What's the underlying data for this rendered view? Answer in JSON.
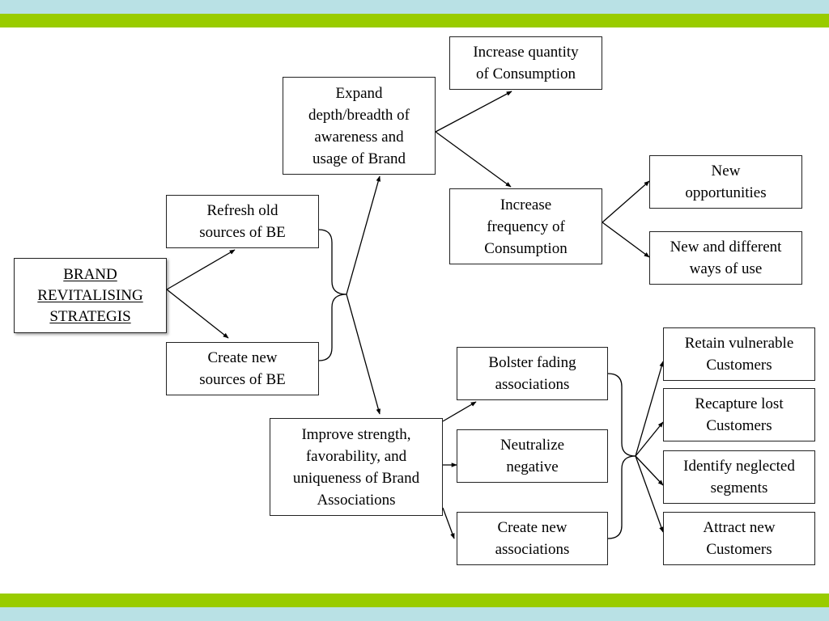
{
  "theme": {
    "frame_blue": "#b9e1e5",
    "frame_green": "#99cc00",
    "stroke": "#000000"
  },
  "root": {
    "lines": [
      "BRAND",
      "REVITALISING",
      "STRATEGIS"
    ]
  },
  "sources": {
    "refresh": {
      "lines": [
        "Refresh old",
        "sources of BE"
      ]
    },
    "create": {
      "lines": [
        "Create new",
        "sources of BE"
      ]
    }
  },
  "awareness": {
    "main": {
      "lines": [
        "Expand",
        "depth/breadth of",
        "awareness and",
        "usage of Brand"
      ]
    },
    "quantity": {
      "lines": [
        "Increase quantity",
        "of Consumption"
      ]
    },
    "frequency": {
      "lines": [
        "Increase",
        "frequency of",
        "Consumption"
      ]
    },
    "opportunities": {
      "lines": [
        "New",
        "opportunities"
      ]
    },
    "ways": {
      "lines": [
        "New and different",
        "ways of use"
      ]
    }
  },
  "associations": {
    "main": {
      "lines": [
        "Improve strength,",
        "favorability, and",
        "uniqueness of Brand",
        "Associations"
      ]
    },
    "bolster": {
      "lines": [
        "Bolster fading",
        "associations"
      ]
    },
    "neutralize": {
      "lines": [
        "Neutralize",
        "negative"
      ]
    },
    "create": {
      "lines": [
        "Create new",
        "associations"
      ]
    }
  },
  "customers": {
    "retain": {
      "lines": [
        "Retain vulnerable",
        "Customers"
      ]
    },
    "recapture": {
      "lines": [
        "Recapture lost",
        "Customers"
      ]
    },
    "neglected": {
      "lines": [
        "Identify neglected",
        "segments"
      ]
    },
    "attract": {
      "lines": [
        "Attract new",
        "Customers"
      ]
    }
  }
}
